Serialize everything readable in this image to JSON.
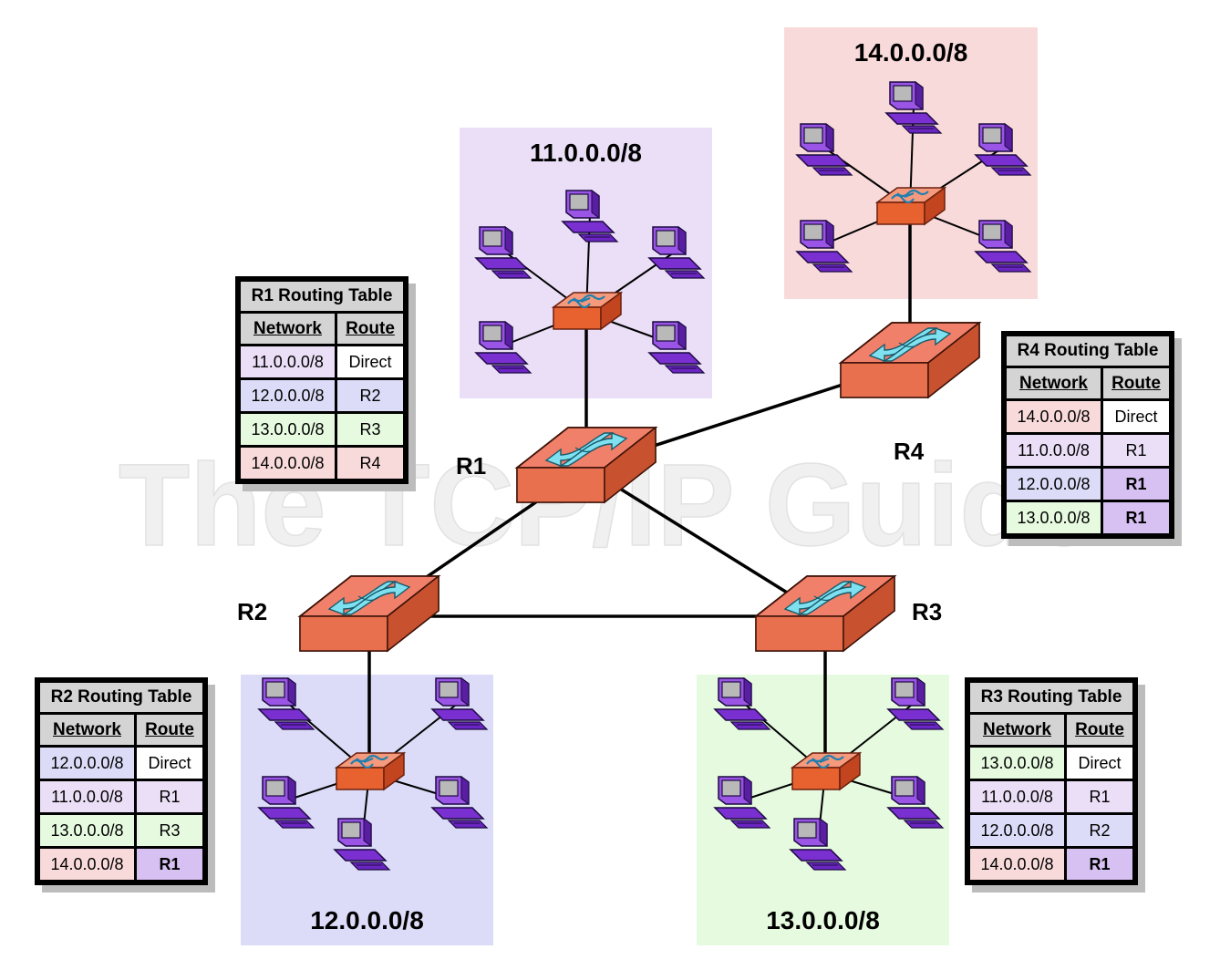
{
  "colors": {
    "net11": "#ebdff7",
    "net12": "#dcdcf8",
    "net13": "#e6fae0",
    "net14": "#f9dada",
    "direct": "#ffffff",
    "route_bold": "#d7c1f2",
    "router_body": "#f0806a",
    "router_edge": "#b3472f",
    "arrow": "#7fe0f0"
  },
  "networks": [
    {
      "id": "net11",
      "label": "11.0.0.0/8"
    },
    {
      "id": "net12",
      "label": "12.0.0.0/8"
    },
    {
      "id": "net13",
      "label": "13.0.0.0/8"
    },
    {
      "id": "net14",
      "label": "14.0.0.0/8"
    }
  ],
  "routers": [
    {
      "id": "r1",
      "label": "R1"
    },
    {
      "id": "r2",
      "label": "R2"
    },
    {
      "id": "r3",
      "label": "R3"
    },
    {
      "id": "r4",
      "label": "R4"
    }
  ],
  "watermark": "The TCP/IP Guide",
  "tables": [
    {
      "id": "r1",
      "title": "R1 Routing Table",
      "col_network": "Network",
      "col_route": "Route",
      "rows": [
        {
          "network": "11.0.0.0/8",
          "route": "Direct",
          "net_color": "net11",
          "bold": false
        },
        {
          "network": "12.0.0.0/8",
          "route": "R2",
          "net_color": "net12",
          "bold": false
        },
        {
          "network": "13.0.0.0/8",
          "route": "R3",
          "net_color": "net13",
          "bold": false
        },
        {
          "network": "14.0.0.0/8",
          "route": "R4",
          "net_color": "net14",
          "bold": false
        }
      ]
    },
    {
      "id": "r4",
      "title": "R4 Routing Table",
      "col_network": "Network",
      "col_route": "Route",
      "rows": [
        {
          "network": "14.0.0.0/8",
          "route": "Direct",
          "net_color": "net14",
          "bold": false
        },
        {
          "network": "11.0.0.0/8",
          "route": "R1",
          "net_color": "net11",
          "bold": false
        },
        {
          "network": "12.0.0.0/8",
          "route": "R1",
          "net_color": "net12",
          "bold": true
        },
        {
          "network": "13.0.0.0/8",
          "route": "R1",
          "net_color": "net13",
          "bold": true
        }
      ]
    },
    {
      "id": "r2",
      "title": "R2 Routing Table",
      "col_network": "Network",
      "col_route": "Route",
      "rows": [
        {
          "network": "12.0.0.0/8",
          "route": "Direct",
          "net_color": "net12",
          "bold": false
        },
        {
          "network": "11.0.0.0/8",
          "route": "R1",
          "net_color": "net11",
          "bold": false
        },
        {
          "network": "13.0.0.0/8",
          "route": "R3",
          "net_color": "net13",
          "bold": false
        },
        {
          "network": "14.0.0.0/8",
          "route": "R1",
          "net_color": "net14",
          "bold": true
        }
      ]
    },
    {
      "id": "r3",
      "title": "R3 Routing Table",
      "col_network": "Network",
      "col_route": "Route",
      "rows": [
        {
          "network": "13.0.0.0/8",
          "route": "Direct",
          "net_color": "net13",
          "bold": false
        },
        {
          "network": "11.0.0.0/8",
          "route": "R1",
          "net_color": "net11",
          "bold": false
        },
        {
          "network": "12.0.0.0/8",
          "route": "R2",
          "net_color": "net12",
          "bold": false
        },
        {
          "network": "14.0.0.0/8",
          "route": "R1",
          "net_color": "net14",
          "bold": true
        }
      ]
    }
  ]
}
